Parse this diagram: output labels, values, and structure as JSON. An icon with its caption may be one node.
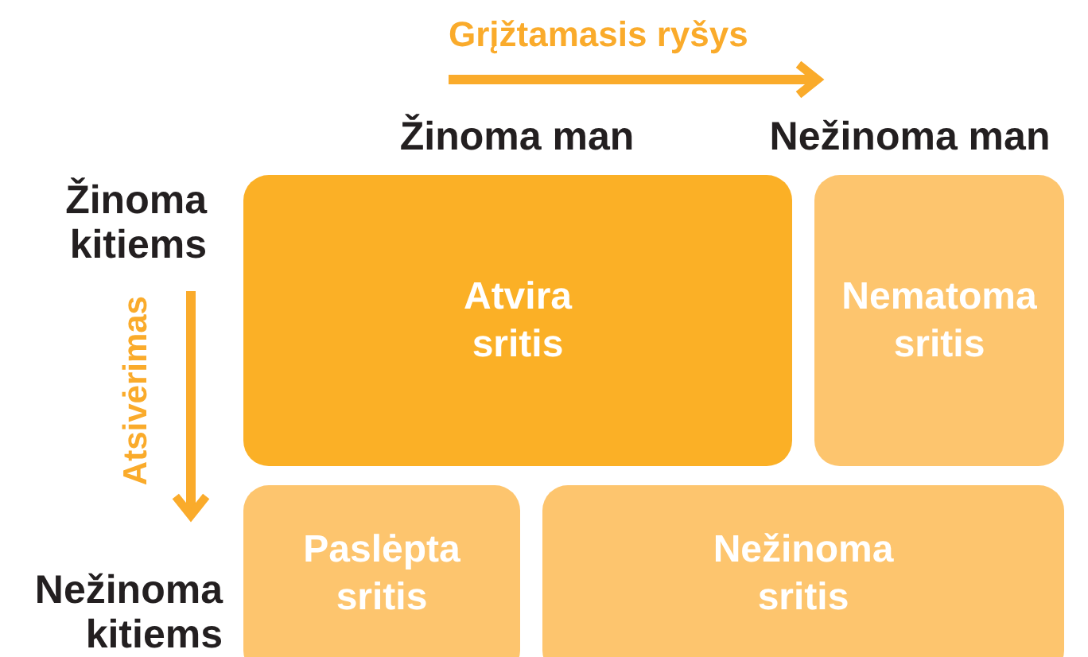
{
  "diagram": {
    "nodes": [
      {
        "text": [
          "Atvira sritis"
        ]
      },
      {
        "text": [
          "Nematoma sritis"
        ]
      },
      {
        "text": [
          "Paslėpta sritis"
        ]
      },
      {
        "text": [
          "Nežinoma sritis"
        ]
      }
    ],
    "labels": [
      "Grįžtamasis ryšys",
      "Žinoma man",
      "Nežinoma man",
      "Žinoma kitiems",
      "Atsivėrimas",
      "Nežinoma kitiems"
    ]
  }
}
